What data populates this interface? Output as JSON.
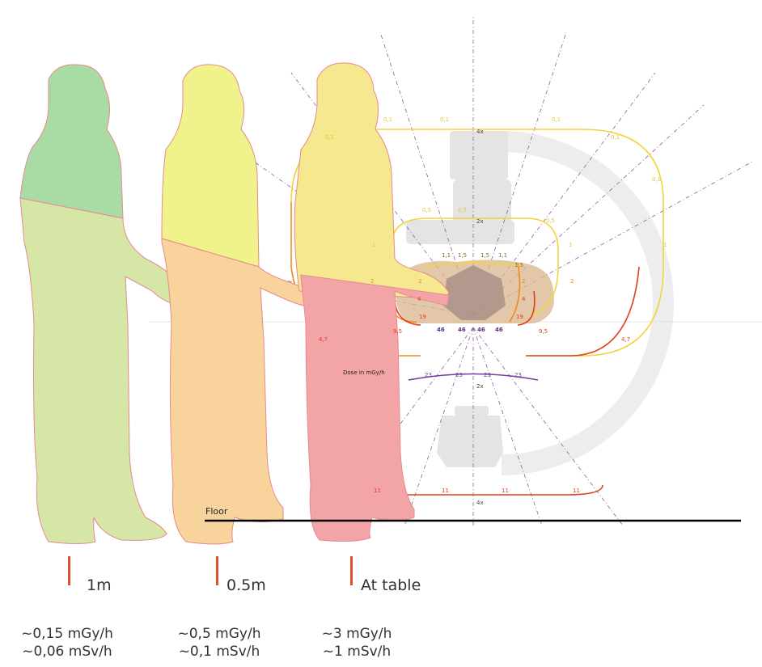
{
  "colors": {
    "far": "#a9dba4",
    "far_low": "#d5e6a6",
    "mid": "#f0f28c",
    "mid_low": "#f9d39c",
    "near": "#f6e88e",
    "near_low": "#f2a4a6",
    "tick": "#e0502a",
    "isodose_high": "#e0401c",
    "isodose_mid": "#f08a20",
    "isodose_low": "#f2d43a",
    "isodose_purple": "#7a3aa0",
    "equipment": "#e7e7e8",
    "patient": "#d9b48c",
    "floor": "#000000"
  },
  "labels": {
    "floor": "Floor",
    "dose_title": "Dose in mGy/h"
  },
  "positions": [
    {
      "distance": "1m",
      "air_kerma": "~0,15 mGy/h",
      "dose": "~0,06 mSv/h"
    },
    {
      "distance": "0.5m",
      "air_kerma": "~0,5 mGy/h",
      "dose": "~0,1 mSv/h"
    },
    {
      "distance": "At table",
      "air_kerma": "~3 mGy/h",
      "dose": "~1 mSv/h"
    }
  ],
  "isodose_values": {
    "outer_top": [
      "0,1",
      "0,1",
      "0,1",
      "0,1",
      "0,1",
      "0,1"
    ],
    "outer_side": [
      "1",
      "1",
      "1"
    ],
    "mid": [
      "0,5",
      "0,5",
      "0,5",
      "0,5",
      "0,5"
    ],
    "inner": [
      "1,1",
      "1,5",
      "1,5",
      "1,1",
      "1,5"
    ],
    "ring2": [
      "2",
      "2",
      "2",
      "2"
    ],
    "ring4": [
      "4",
      "4"
    ],
    "ring19": [
      "19",
      "19"
    ],
    "ring9": [
      "9,5",
      "9,5"
    ],
    "ring47": [
      "4,7",
      "4,7"
    ],
    "center46": [
      "46",
      "46",
      "46",
      "46"
    ],
    "below23": [
      "23",
      "23",
      "23",
      "23"
    ],
    "lower11": [
      "11",
      "11",
      "11",
      "11"
    ],
    "scale": [
      "4x",
      "2x",
      "2x",
      "4x"
    ]
  }
}
